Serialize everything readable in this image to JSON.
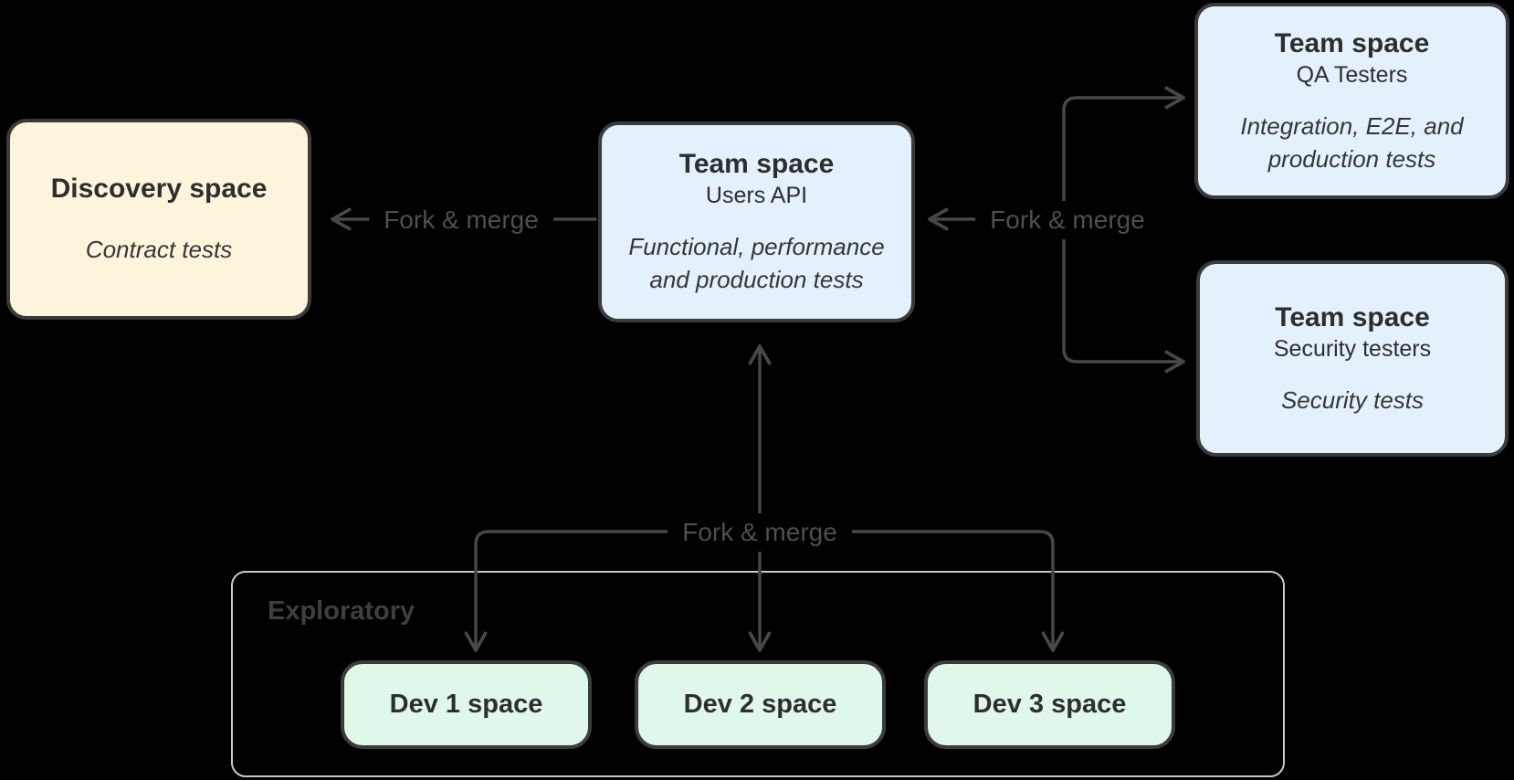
{
  "colors": {
    "background": "#000000",
    "line": "#474747",
    "label-text": "#4f4f4f",
    "box-border": "#3b3b3b",
    "box-text": "#2e2e2e",
    "yellow-fill": "#fcf5dc",
    "blue-fill": "#e4f1fc",
    "green-fill": "#dff8e9",
    "container-border": "#c9c9c9",
    "container-label": "#3f3f3f"
  },
  "boxes": {
    "discovery": {
      "title": "Discovery space",
      "tests": "Contract tests"
    },
    "team_users": {
      "title": "Team space",
      "subtitle": "Users API",
      "tests": "Functional, performance and production tests"
    },
    "team_qa": {
      "title": "Team space",
      "subtitle": "QA Testers",
      "tests": "Integration, E2E, and production tests"
    },
    "team_security": {
      "title": "Team space",
      "subtitle": "Security testers",
      "tests": "Security tests"
    }
  },
  "labels": {
    "fork_merge_left": "Fork & merge",
    "fork_merge_right": "Fork & merge",
    "fork_merge_bottom": "Fork & merge"
  },
  "exploratory": {
    "label": "Exploratory",
    "dev_spaces": [
      {
        "label": "Dev 1 space"
      },
      {
        "label": "Dev 2 space"
      },
      {
        "label": "Dev 3 space"
      }
    ]
  }
}
